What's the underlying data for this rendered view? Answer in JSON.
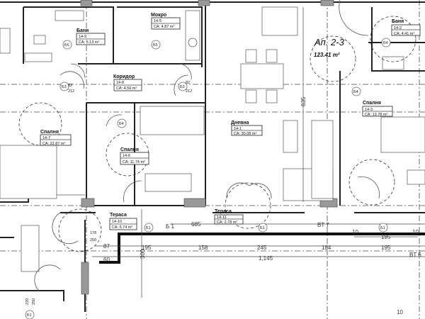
{
  "apartment": {
    "name": "Ап. 2-3",
    "area": "123.41 m²"
  },
  "rooms": [
    {
      "name": "Баня",
      "code": "14-9",
      "area": "СА: 5.13 m²"
    },
    {
      "name": "Мокро",
      "code": "14-5",
      "area": "СА: 4.87 m²"
    },
    {
      "name": "Коридор",
      "code": "14-8",
      "area": "СА: 4.56 m²"
    },
    {
      "name": "Спалня",
      "code": "14-7",
      "area": "СА: 22.87 m²"
    },
    {
      "name": "Спалня",
      "code": "14-6",
      "area": "СА: 11.74 m²"
    },
    {
      "name": "Дневна",
      "code": "14-1",
      "area": "СА: 30.08 m²"
    },
    {
      "name": "Баня",
      "code": "14-2",
      "area": "СА: 4.41 m²"
    },
    {
      "name": "Спалня",
      "code": "14-3",
      "area": "СА: 13.78 m²"
    },
    {
      "name": "Тераса",
      "code": "14-10",
      "area": "СА: 5.74 m²"
    },
    {
      "name": "Тераса",
      "code": "14-11",
      "area": "СА: 2.78 m²"
    }
  ],
  "dimensions": {
    "d195a": "195",
    "d158": "158",
    "d245": "245",
    "d184": "184",
    "d195b": "195",
    "d195c": "195",
    "d10a": "10",
    "d10b": "10",
    "d10c": "10",
    "total": "1,145",
    "d685": "685",
    "d87": "87",
    "d60": "60",
    "d178": "178",
    "d250": "250",
    "d635": "635",
    "d300": "300",
    "d220": "220",
    "d250b": "250"
  },
  "tags": {
    "b5a": "Б5",
    "b5b": "Б5",
    "b3a": "Б3",
    "b3b": "Б3",
    "b4a": "Б4",
    "b4b": "Б4",
    "b4c": "Б4",
    "b1a": "Б1",
    "b1b": "Б1",
    "b1c": "Б1",
    "b1d": "Б1",
    "bt7": "BT 7",
    "bt6": "BT 6",
    "b17": "Б 1",
    "d82": "82",
    "d212": "212",
    "d82b": "82",
    "d212b": "212"
  }
}
